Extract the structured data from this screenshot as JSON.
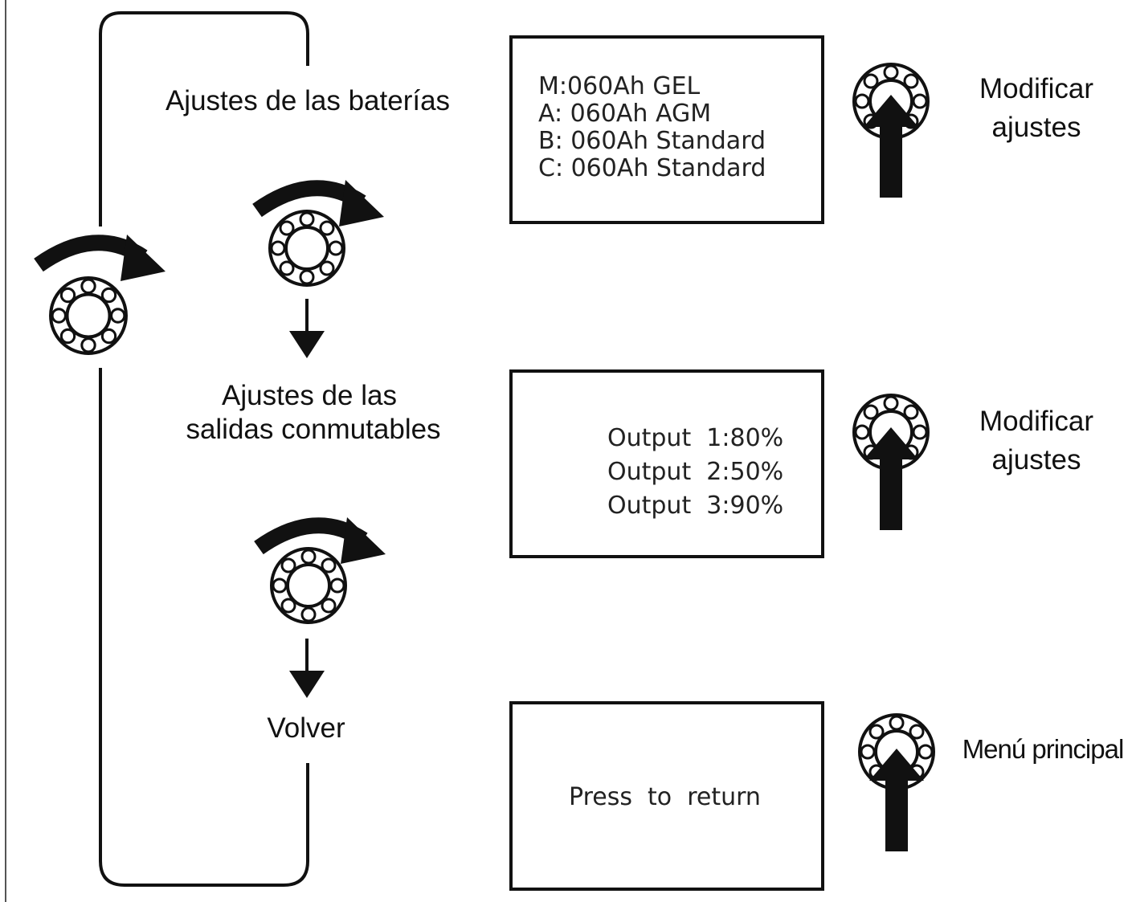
{
  "menu_items": {
    "battery_settings": "Ajustes de las baterías",
    "switchable_outputs_line1": "Ajustes de las",
    "switchable_outputs_line2": "salidas conmutables",
    "back": "Volver"
  },
  "screens": {
    "battery": {
      "lines": [
        "M:060Ah GEL",
        "A: 060Ah AGM",
        "B: 060Ah Standard",
        "C: 060Ah Standard"
      ],
      "return_icon": "return-arrow-icon"
    },
    "outputs": {
      "lines": [
        "Output  1:80%",
        "Output  2:50%",
        "Output  3:90%"
      ]
    },
    "return": {
      "line": "Press  to  return"
    }
  },
  "actions": {
    "battery": {
      "line1": "Modificar",
      "line2": "ajustes",
      "icon": "knob-press-icon"
    },
    "outputs": {
      "line1": "Modificar",
      "line2": "ajustes",
      "icon": "knob-press-icon"
    },
    "return": {
      "line1": "Menú principal",
      "icon": "knob-press-icon"
    }
  },
  "icons": {
    "rotate": "knob-rotate-icon",
    "next": "arrow-down-icon"
  },
  "colors": {
    "ink": "#111111",
    "background": "#ffffff"
  }
}
